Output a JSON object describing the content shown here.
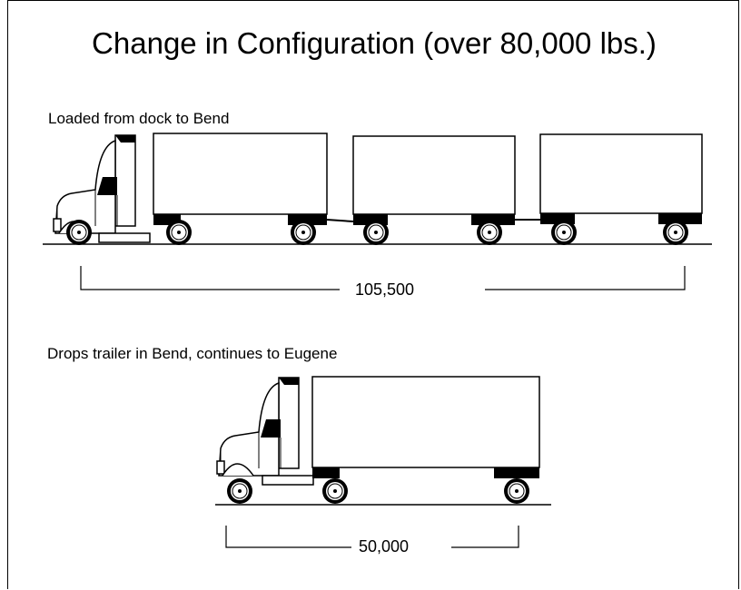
{
  "title": "Change in Configuration (over 80,000 lbs.)",
  "scenarios": [
    {
      "caption": "Loaded from dock to Bend",
      "gross_weight": "105,500",
      "trailers": 3
    },
    {
      "caption": "Drops trailer in Bend, continues to Eugene",
      "gross_weight": "50,000",
      "trailers": 1
    }
  ]
}
